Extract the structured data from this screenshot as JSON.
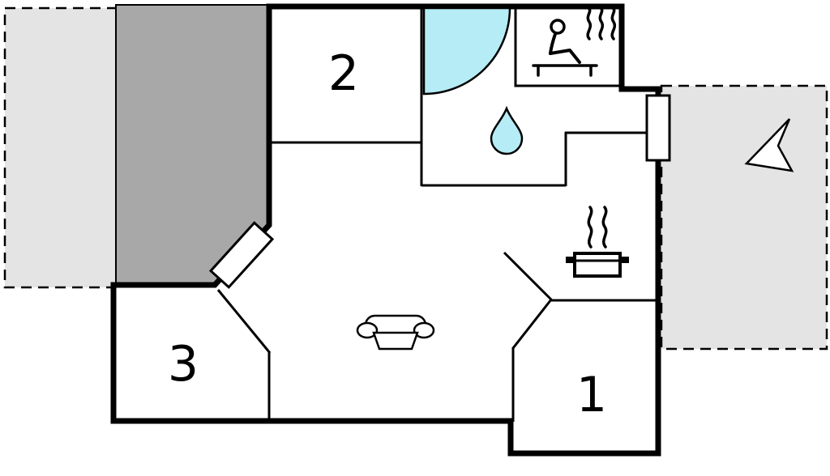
{
  "page": {
    "type": "floor-plan"
  },
  "rooms": [
    {
      "label": "2"
    },
    {
      "label": "3"
    },
    {
      "label": "1"
    }
  ],
  "legend": {
    "water_color": "#b5ecf6",
    "covered_terrace_color": "#a8a8a8",
    "open_terrace_color": "#e4e4e4",
    "wall_color": "#000000",
    "background_color": "#ffffff"
  },
  "icons": {
    "sauna": "sauna-person-icon",
    "heat_waves": "heat-waves-icon",
    "shower": "shower-icon",
    "water_drop": "water-drop-icon",
    "stove": "stove-pot-icon",
    "steam": "steam-icon",
    "sofa": "sofa-icon",
    "north_arrow": "north-arrow-icon",
    "terrace_door": "door-icon",
    "window": "window-icon"
  }
}
